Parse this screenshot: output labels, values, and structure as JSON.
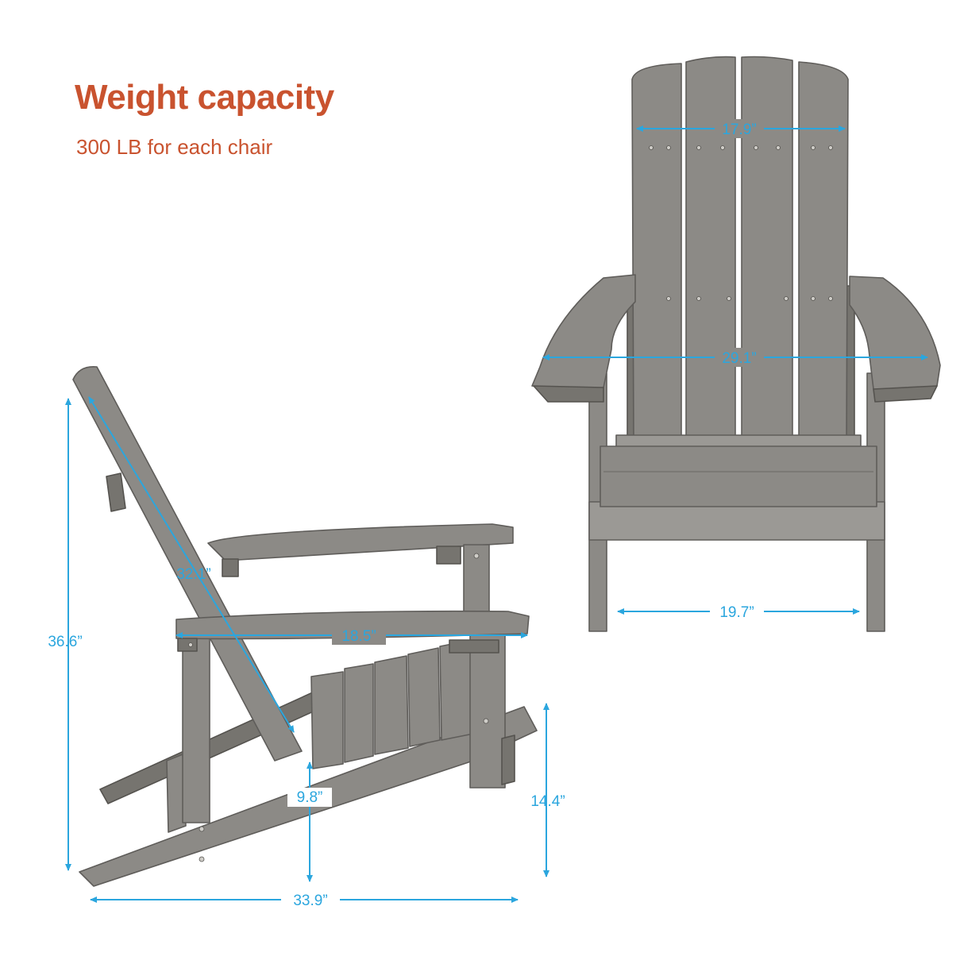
{
  "header": {
    "title": "Weight capacity",
    "subtitle": "300 LB for each chair"
  },
  "dimensions": {
    "back_width": "17.9”",
    "arm_span": "29.1”",
    "seat_front_width": "19.7”",
    "back_length": "32.1”",
    "arm_length": "18.5”",
    "total_height": "36.6”",
    "seat_height": "14.4”",
    "front_clearance": "9.8”",
    "total_depth": "33.9”"
  },
  "colors": {
    "accent": "#c9532f",
    "dimension_line": "#2ba6de",
    "chair": "#8c8a86"
  }
}
